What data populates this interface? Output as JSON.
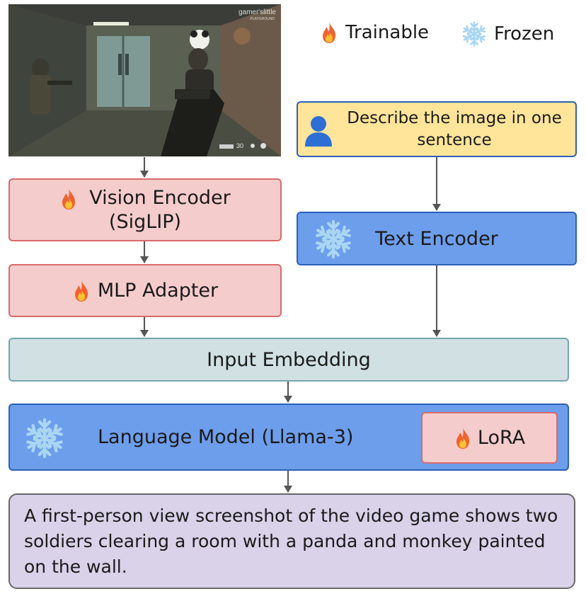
{
  "legend": {
    "trainable_label": "Trainable",
    "frozen_label": "Frozen"
  },
  "screenshot": {
    "watermark_line1": "gamer'slittle",
    "watermark_line2": "PLAYGROUND",
    "hud_ammo": "30"
  },
  "prompt": {
    "text_line1": "Describe the image in one",
    "text_line2": "sentence"
  },
  "vision_encoder": {
    "line1": "Vision Encoder",
    "line2": "(SigLIP)"
  },
  "mlp_adapter": {
    "label": "MLP Adapter"
  },
  "text_encoder": {
    "label": "Text Encoder"
  },
  "input_embedding": {
    "label": "Input Embedding"
  },
  "language_model": {
    "label": "Language Model (Llama-3)"
  },
  "lora": {
    "label": "LoRA"
  },
  "output": {
    "text": "A first-person view screenshot of the video game shows two soldiers clearing a room with a panda and monkey painted on the wall."
  },
  "colors": {
    "trainable_fill": "#f5cccc",
    "trainable_border": "#d96a6a",
    "frozen_fill": "#6d9eeb",
    "frozen_border": "#2e5fb8",
    "prompt_fill": "#ffe599",
    "embedding_fill": "#d0e0e3",
    "output_fill": "#d9d2e9"
  },
  "icons": {
    "trainable": "fire-icon",
    "frozen": "snowflake-icon",
    "user": "user-icon"
  }
}
